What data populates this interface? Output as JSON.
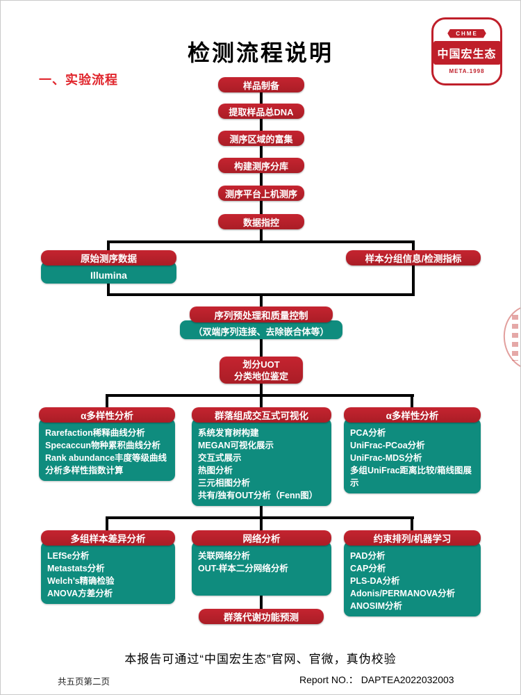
{
  "page": {
    "title": "检测流程说明",
    "section_heading": "一、实验流程",
    "footer_note": "本报告可通过“中国宏生态”官网、官微，真伪校验",
    "page_indicator": "共五页第二页",
    "report_no": "Report NO.： DAPTEA2022032003"
  },
  "logo": {
    "banner": "CHME",
    "name": "中国宏生态",
    "meta": "META.1998"
  },
  "colors": {
    "box_red": "#bf1f2a",
    "teal_green": "#0f8c7e",
    "heading_red": "#e0242b",
    "line_black": "#000000"
  },
  "flow": {
    "steps": [
      "样品制备",
      "提取样品总DNA",
      "测序区域的富集",
      "构建测序分库",
      "测序平台上机测序",
      "数据指控"
    ]
  },
  "boxes": {
    "raw_data": {
      "title": "原始测序数据",
      "body": "Illumina"
    },
    "sample_info": {
      "title": "样本分组信息/检测指标"
    },
    "preprocess": {
      "title": "序列预处理和质量控制",
      "body": "（双端序列连接、去除嵌合体等）"
    },
    "uot": [
      "划分UOT",
      "分类地位鉴定"
    ],
    "alpha": {
      "title": "α多样性分析",
      "items": [
        "Rarefaction稀释曲线分析",
        "Specaccun物种累积曲线分析",
        "Rank abundance丰度等级曲线分析多样性指数计算"
      ]
    },
    "community": {
      "title": "群落组成交互式可视化",
      "items": [
        "系统发育树构建",
        "MEGAN可视化展示",
        "交互式展示",
        "热图分析",
        "三元相图分析",
        "共有/独有OUT分析（Fenn图）"
      ]
    },
    "beta": {
      "title": "α多样性分析",
      "items": [
        "PCA分析",
        "UniFrac-PCoa分析",
        "UniFrac-MDS分析",
        "多组UniFrac距离比较/箱线图展示"
      ]
    },
    "diff": {
      "title": "多组样本差异分析",
      "items": [
        "LEfSe分析",
        "Metastats分析",
        "Welch’s精确检验",
        "ANOVA方差分析"
      ]
    },
    "network": {
      "title": "网络分析",
      "items": [
        "关联网络分析",
        "OUT-样本二分网络分析"
      ]
    },
    "ml": {
      "title": "约束排列/机器学习",
      "items": [
        "PAD分析",
        "CAP分析",
        "PLS-DA分析",
        "Adonis/PERMANOVA分析",
        "ANOSIM分析"
      ]
    },
    "function_prediction": {
      "title": "群落代谢功能预测"
    }
  }
}
